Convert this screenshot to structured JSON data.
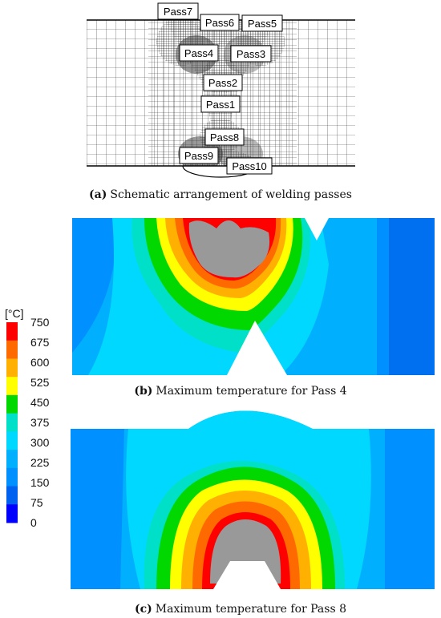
{
  "figure": {
    "panel_a": {
      "caption_letter": "(a)",
      "caption_text": "Schematic arrangement of welding passes",
      "passes": [
        "Pass7",
        "Pass6",
        "Pass5",
        "Pass4",
        "Pass3",
        "Pass2",
        "Pass1",
        "Pass8",
        "Pass9",
        "Pass10"
      ]
    },
    "panel_b": {
      "caption_letter": "(b)",
      "caption_text": "Maximum temperature for Pass 4"
    },
    "panel_c": {
      "caption_letter": "(c)",
      "caption_text": "Maximum temperature for Pass 8"
    },
    "legend": {
      "unit": "[°C]",
      "levels": [
        "750",
        "675",
        "600",
        "525",
        "450",
        "375",
        "300",
        "225",
        "150",
        "75",
        "0"
      ],
      "colors": [
        "#ff0000",
        "#ff6a00",
        "#ffb000",
        "#ffff00",
        "#00d800",
        "#00e0c8",
        "#00d8ff",
        "#00b0ff",
        "#0090ff",
        "#0060f0",
        "#0000ff"
      ]
    },
    "colors": {
      "molten": "#999999",
      "mesh_line": "#222222",
      "background": "#ffffff"
    }
  }
}
